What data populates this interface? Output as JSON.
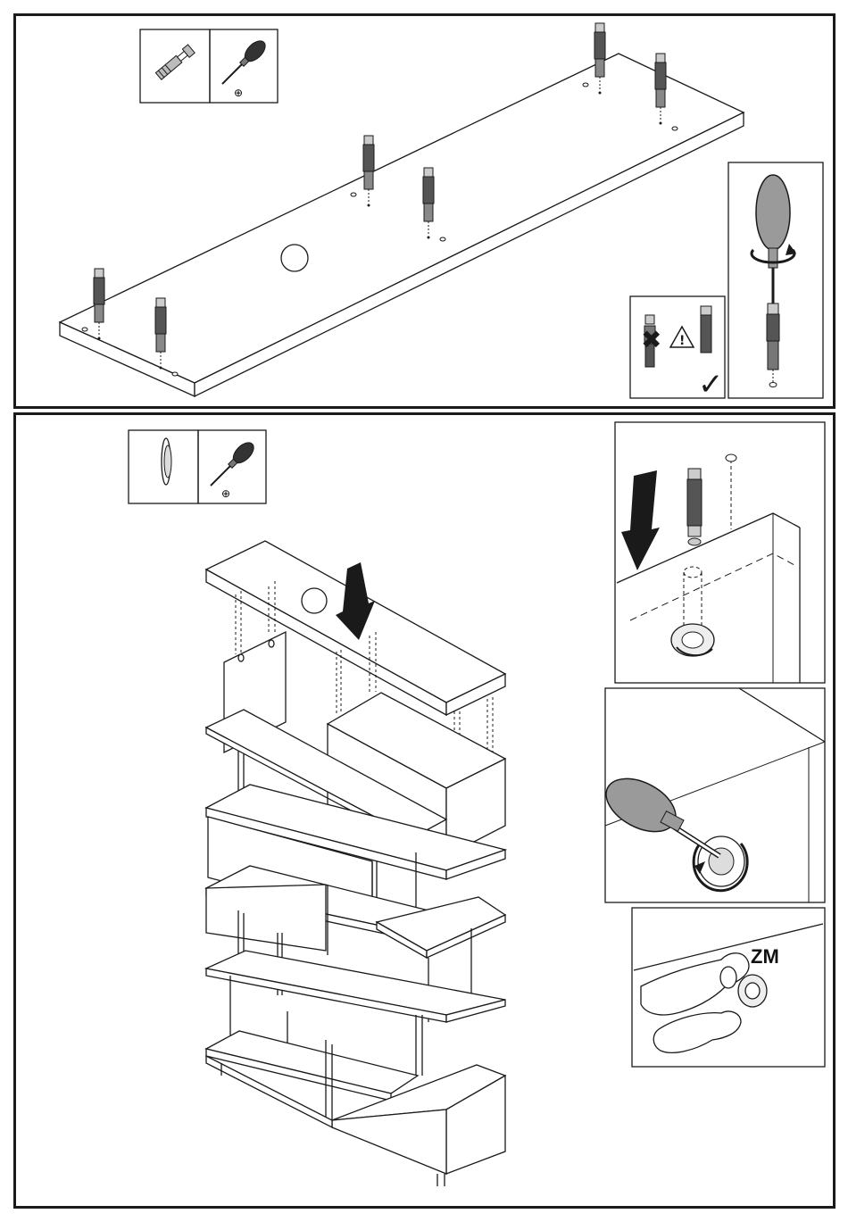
{
  "step1": {
    "tools": [
      "cam-bolt",
      "phillips-screwdriver"
    ],
    "screwdriver_symbol": "⊕",
    "warning_symbol": "!",
    "wrong_mark": "✖",
    "correct_mark": "✓"
  },
  "step2": {
    "tools": [
      "cam-lock",
      "phillips-screwdriver"
    ],
    "screwdriver_symbol": "⊕",
    "zoom_label": "ZM"
  },
  "colors": {
    "line": "#1a1a1a",
    "handle": "#9a9a9a"
  }
}
